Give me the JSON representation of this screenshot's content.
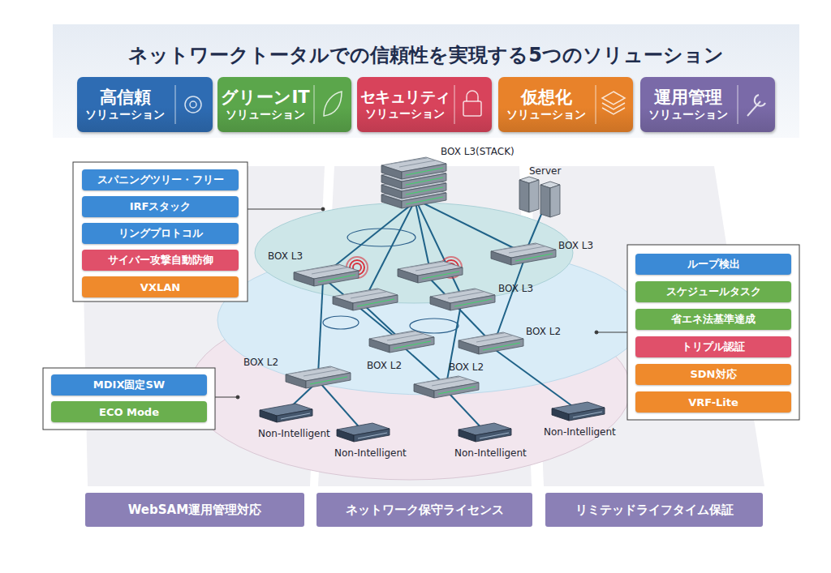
{
  "diagram": {
    "title": "ネットワークトータルでの信頼性を実現する5つのソリューション",
    "nodes": [
      {
        "text": [
          "高信頼",
          "ソリューション"
        ]
      },
      {
        "text": [
          "グリーンIT",
          "ソリューション"
        ]
      },
      {
        "text": [
          "セキュリティ",
          "ソリューション"
        ]
      },
      {
        "text": [
          "仮想化",
          "ソリューション"
        ]
      },
      {
        "text": [
          "運用管理",
          "ソリューション"
        ]
      },
      {
        "text": [
          "スパニングツリー・フリー"
        ]
      },
      {
        "text": [
          "IRFスタック"
        ]
      },
      {
        "text": [
          "リングプロトコル"
        ]
      },
      {
        "text": [
          "サイバー攻撃自動防御"
        ]
      },
      {
        "text": [
          "VXLAN"
        ]
      },
      {
        "text": [
          "ループ検出"
        ]
      },
      {
        "text": [
          "スケジュールタスク"
        ]
      },
      {
        "text": [
          "省エネ法基準達成"
        ]
      },
      {
        "text": [
          "トリプル認証"
        ]
      },
      {
        "text": [
          "SDN対応"
        ]
      },
      {
        "text": [
          "VRF-Lite"
        ]
      },
      {
        "text": [
          "MDIX固定SW"
        ]
      },
      {
        "text": [
          "ECO Mode"
        ]
      },
      {
        "text": [
          "WebSAM運用管理対応"
        ]
      },
      {
        "text": [
          "ネットワーク保守ライセンス"
        ]
      },
      {
        "text": [
          "リミテッドライフタイム保証"
        ]
      }
    ],
    "labels": [
      "BOX L3(STACK)",
      "Server",
      "BOX L3",
      "BOX L3",
      "BOX L3",
      "BOX L2",
      "BOX L2",
      "BOX L2",
      "BOX L2",
      "Non-Intelligent",
      "Non-Intelligent",
      "Non-Intelligent",
      "Non-Intelligent"
    ]
  }
}
